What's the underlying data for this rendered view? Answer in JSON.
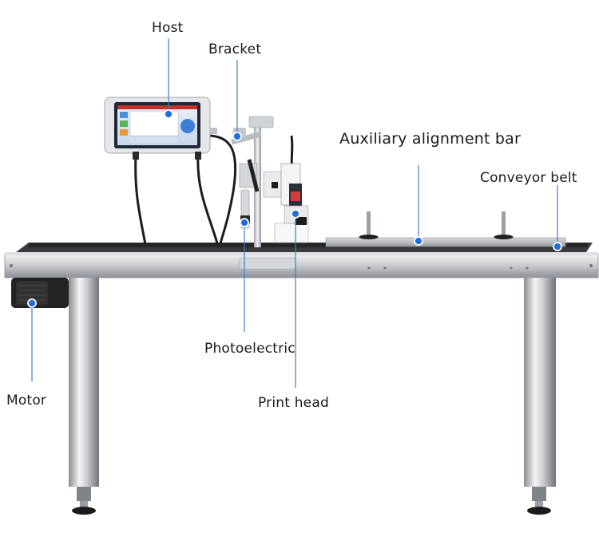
{
  "labels": {
    "host": "Host",
    "bracket": "Bracket",
    "auxiliary_alignment_bar": "Auxiliary alignment bar",
    "conveyor_belt": "Conveyor belt",
    "photoelectric": "Photoelectric",
    "motor": "Motor",
    "print_head": "Print head"
  },
  "colors": {
    "leader_line": "#3d7fc4",
    "dot": "#1e6fd9",
    "steel_light": "#e6e8ea",
    "steel_dark": "#7c8086",
    "belt": "#2b2b2b"
  }
}
